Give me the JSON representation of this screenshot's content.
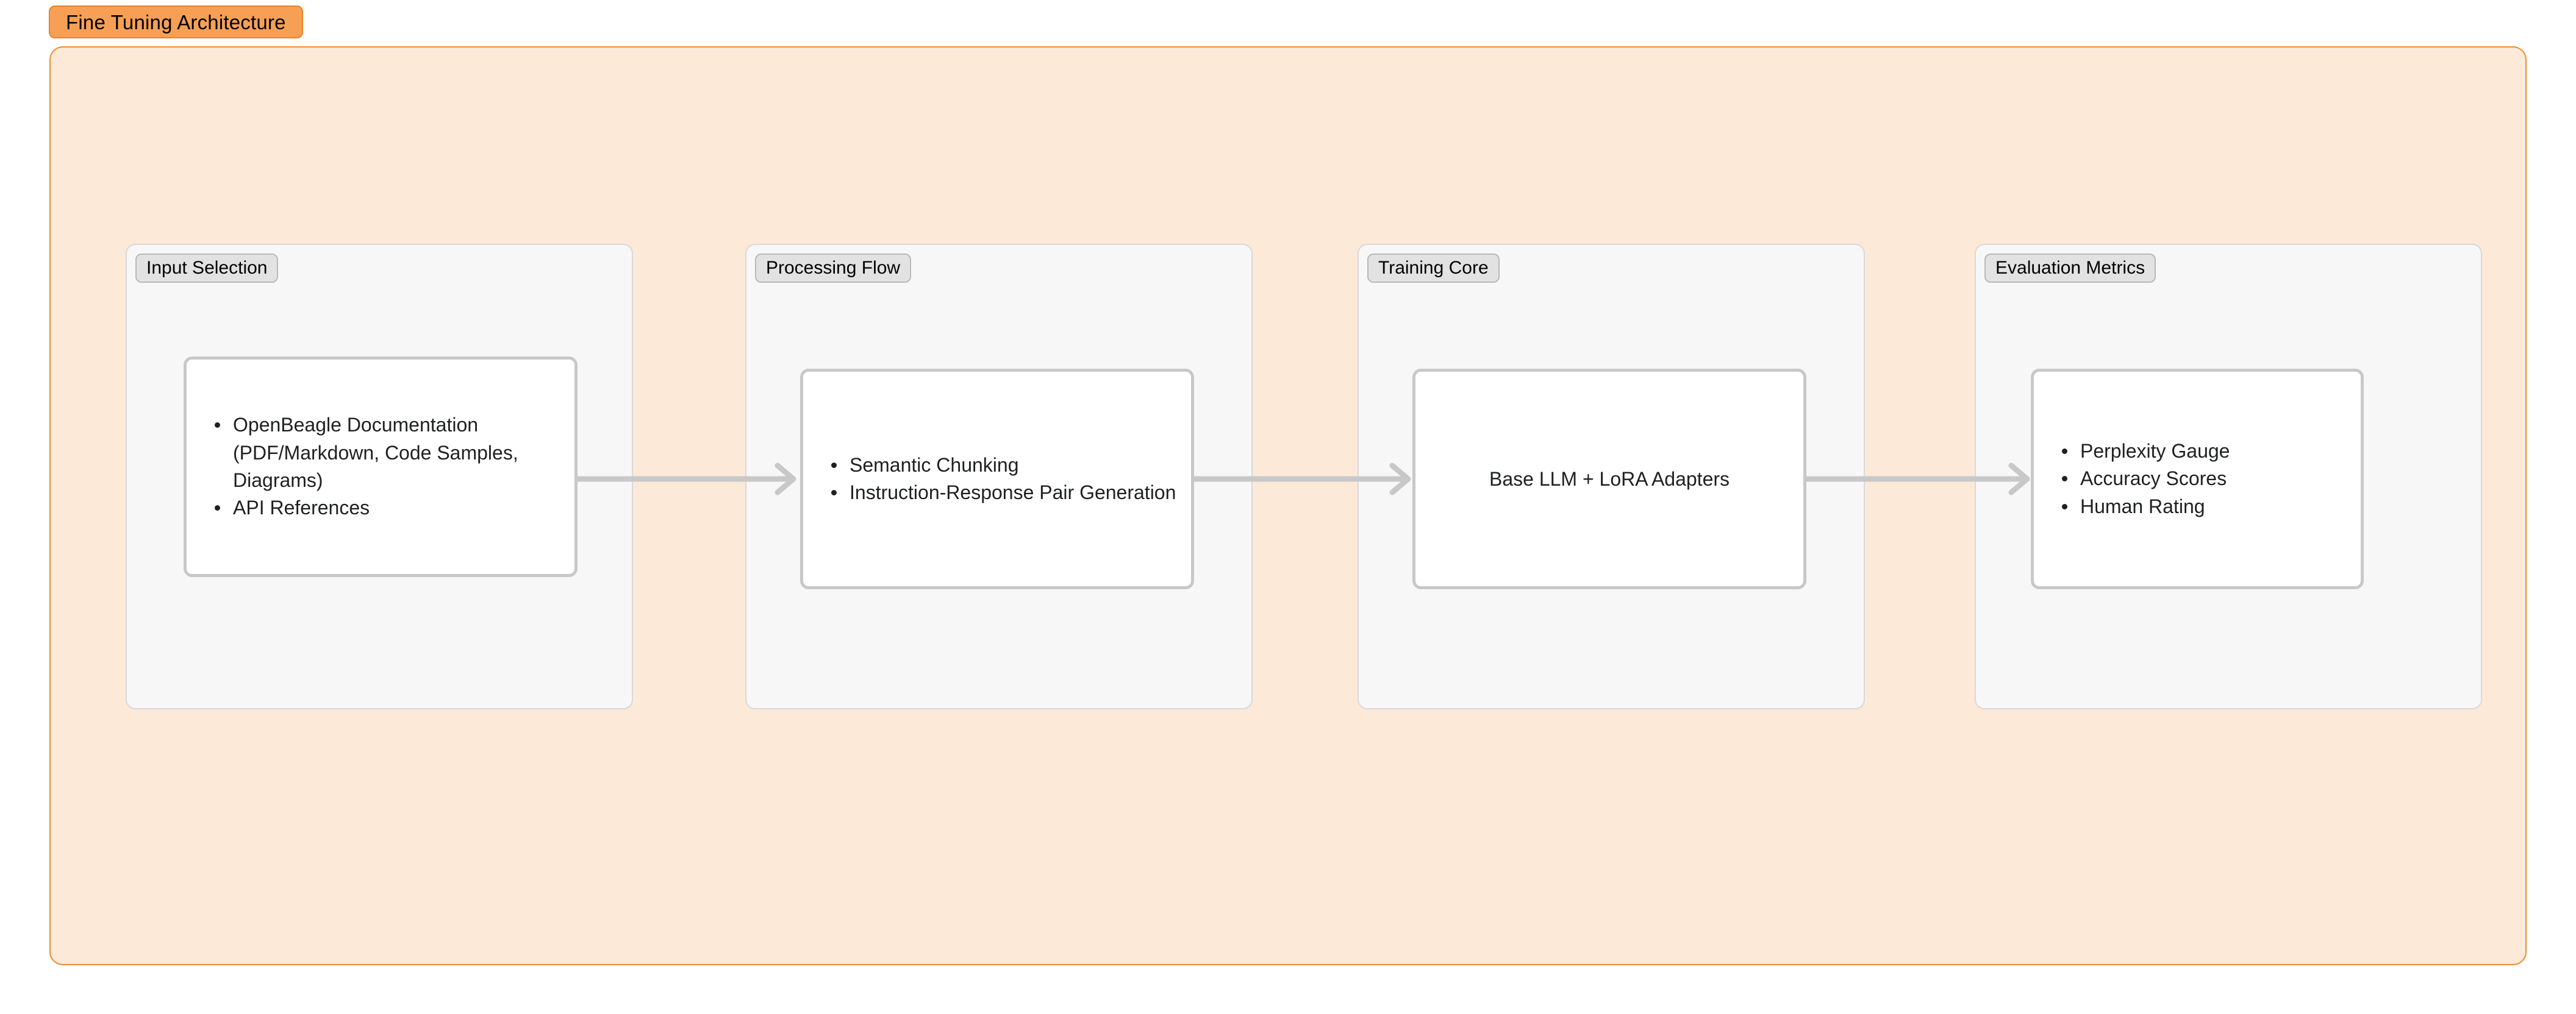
{
  "diagram": {
    "title": "Fine Tuning Architecture",
    "type": "flowchart-left-right",
    "colors": {
      "title_badge_fill": "#f7a055",
      "title_badge_border": "#e8822a",
      "frame_fill": "#fce9d8",
      "frame_border": "#ee8c2c",
      "cluster_fill": "#f7f7f7",
      "cluster_border": "#d9d9d9",
      "cluster_label_fill": "#e2e2e2",
      "cluster_label_border": "#b9b9b9",
      "node_fill": "#ffffff",
      "node_border": "#c8c8c8",
      "edge_stroke": "#c8c8c8",
      "text": "#1f2020"
    },
    "clusters": [
      {
        "id": "input-selection",
        "label": "Input Selection",
        "node": {
          "id": "source-documents",
          "style": "bulleted",
          "items": [
            "OpenBeagle Documentation (PDF/Markdown, Code Samples, Diagrams)",
            "API References"
          ]
        }
      },
      {
        "id": "processing-flow",
        "label": "Processing Flow",
        "node": {
          "id": "chunking-and-pairs",
          "style": "bulleted",
          "items": [
            "Semantic Chunking",
            "Instruction-Response Pair Generation"
          ]
        }
      },
      {
        "id": "training-core",
        "label": "Training Core",
        "node": {
          "id": "base-llm-lora",
          "style": "plain",
          "text": "Base LLM + LoRA Adapters"
        }
      },
      {
        "id": "evaluation-metrics",
        "label": "Evaluation Metrics",
        "node": {
          "id": "metrics-list",
          "style": "bulleted",
          "items": [
            "Perplexity Gauge",
            "Accuracy Scores",
            "Human Rating"
          ]
        }
      }
    ],
    "edges": [
      {
        "id": "edge-input-to-processing",
        "from": "input-selection",
        "to": "processing-flow",
        "label": "",
        "arrowhead": "open-chevron"
      },
      {
        "id": "edge-processing-to-training",
        "from": "processing-flow",
        "to": "training-core",
        "label": "",
        "arrowhead": "open-chevron"
      },
      {
        "id": "edge-training-to-evaluation",
        "from": "training-core",
        "to": "evaluation-metrics",
        "label": "",
        "arrowhead": "open-chevron"
      }
    ]
  }
}
